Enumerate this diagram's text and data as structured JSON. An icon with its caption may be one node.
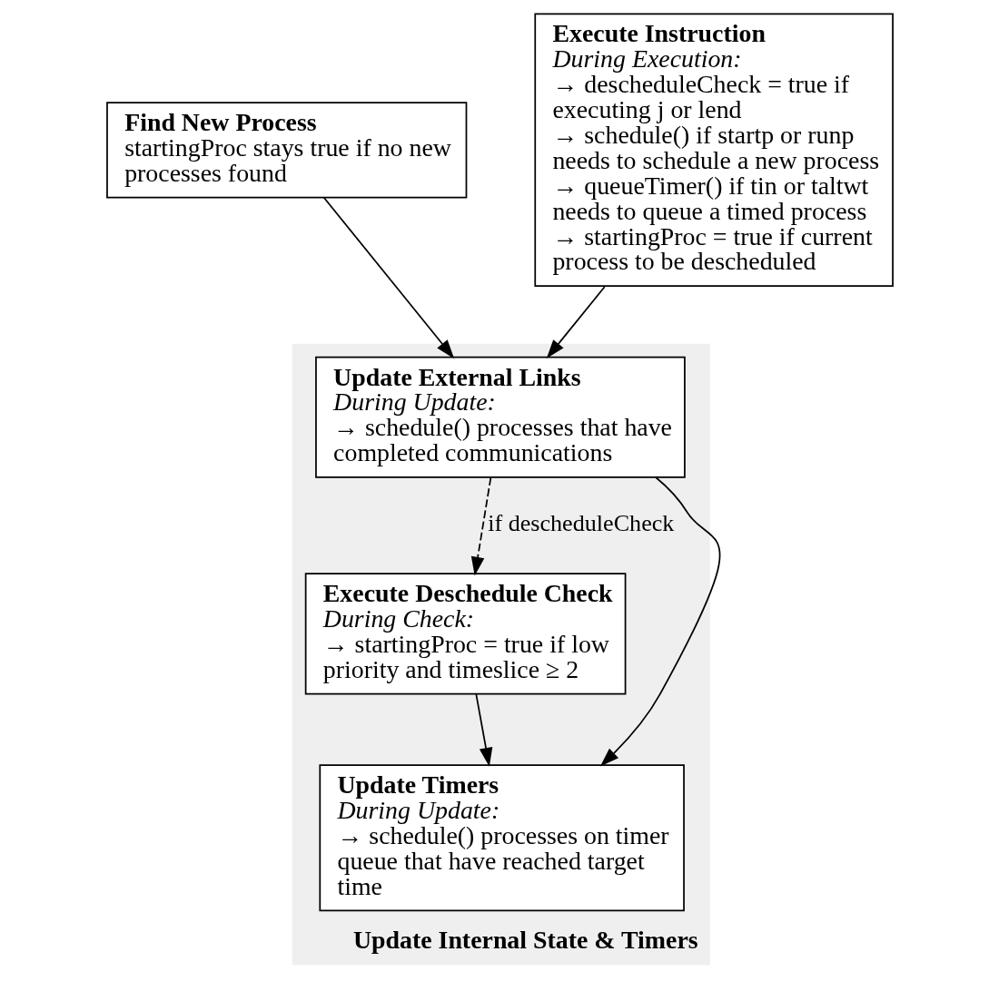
{
  "diagram": {
    "nodes": [
      {
        "text": [
          "Find New Process",
          "startingProc stays true if no new processes found"
        ]
      },
      {
        "text": [
          "Execute Instruction",
          "During Execution:",
          "→ descheduleCheck = true if executing j or lend",
          "→ schedule() if startp or runp needs to schedule a new process",
          "→ queueTimer() if tin or taltwt needs to queue a timed process",
          "→ startingProc = true if current process to be descheduled"
        ]
      },
      {
        "text": [
          "Update Internal State & Timers"
        ]
      },
      {
        "text": [
          "Update External Links",
          "During Update:",
          "→ schedule() processes that have completed communications"
        ],
        "in": 2
      },
      {
        "text": [
          "Execute Deschedule Check",
          "During Check:",
          "→ startingProc = true if low priority and timeslice ≥ 2"
        ],
        "in": 2
      },
      {
        "text": [
          "Update Timers",
          "During Update:",
          "→ schedule() processes on timer queue that have reached target time"
        ],
        "in": 2
      }
    ],
    "edges": [
      {
        "from": 0,
        "to": 3,
        "arrow": "to"
      },
      {
        "from": 1,
        "to": 3,
        "arrow": "to"
      },
      {
        "from": 3,
        "to": 4,
        "arrow": "to",
        "label": "if descheduleCheck",
        "style": "dashed"
      },
      {
        "from": 3,
        "to": 5,
        "arrow": "to"
      },
      {
        "from": 4,
        "to": 5,
        "arrow": "to"
      }
    ]
  }
}
